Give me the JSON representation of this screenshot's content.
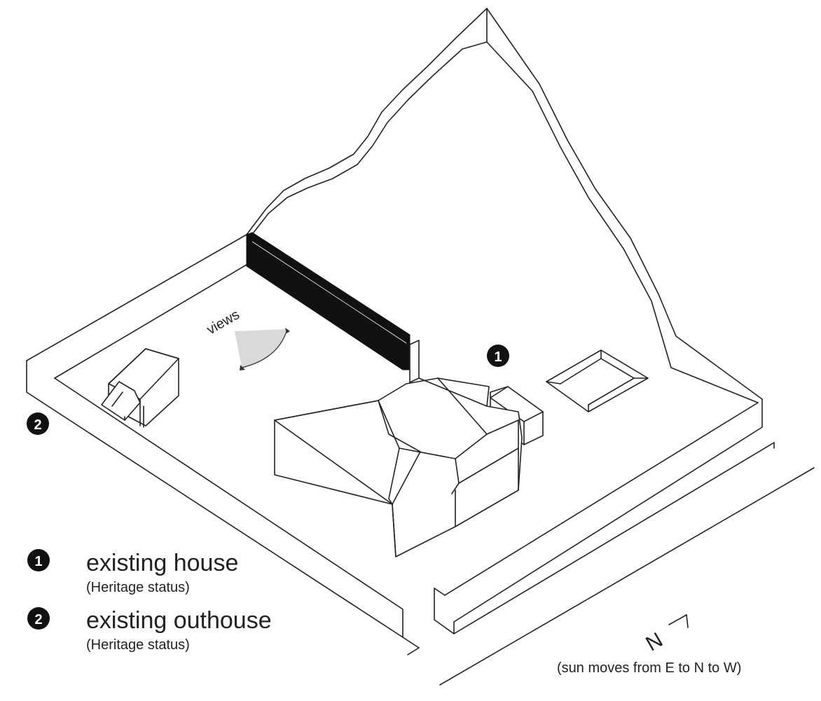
{
  "labels": {
    "views": "views",
    "marker_1": "1",
    "marker_2": "2",
    "north": "N",
    "sun_note": "(sun moves from E to N to W)"
  },
  "legend": [
    {
      "number": "1",
      "title": "existing house",
      "subtitle": "(Heritage status)"
    },
    {
      "number": "2",
      "title": "existing outhouse",
      "subtitle": "(Heritage status)"
    }
  ],
  "colors": {
    "line": "#222222",
    "fill": "#ffffff",
    "wall": "#111111",
    "view_cone": "#d9d9d9"
  }
}
